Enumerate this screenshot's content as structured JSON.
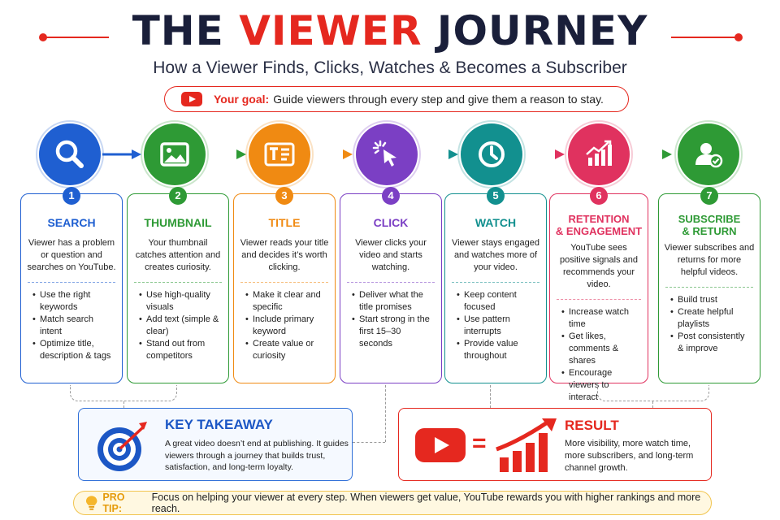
{
  "header": {
    "title_part1": "THE ",
    "title_part2": "VIEWER",
    "title_part3": " JOURNEY",
    "subtitle": "How a Viewer Finds, Clicks, Watches & Becomes a Subscriber"
  },
  "goal": {
    "label": "Your goal:",
    "text": "Guide viewers through every step and give them a reason to stay."
  },
  "steps": [
    {
      "number": "1",
      "title_line1": "SEARCH",
      "title_line2": "",
      "color": "#1f5fd1",
      "icon": "search-icon",
      "description": "Viewer has a problem or question and searches on YouTube.",
      "bullets": [
        "Use the right keywords",
        "Match search intent",
        "Optimize title, description & tags"
      ]
    },
    {
      "number": "2",
      "title_line1": "THUMBNAIL",
      "title_line2": "",
      "color": "#2e9a35",
      "icon": "image-icon",
      "description": "Your thumbnail catches attention and creates curiosity.",
      "bullets": [
        "Use high-quality visuals",
        "Add text (simple & clear)",
        "Stand out from competitors"
      ]
    },
    {
      "number": "3",
      "title_line1": "TITLE",
      "title_line2": "",
      "color": "#f08a12",
      "icon": "title-text-icon",
      "description": "Viewer reads your title and decides it’s worth clicking.",
      "bullets": [
        "Make it clear and specific",
        "Include primary keyword",
        "Create value or curiosity"
      ]
    },
    {
      "number": "4",
      "title_line1": "CLICK",
      "title_line2": "",
      "color": "#7b3fc4",
      "icon": "cursor-click-icon",
      "description": "Viewer clicks your video and starts watching.",
      "bullets": [
        "Deliver what the title promises",
        "Start strong in the first 15–30 seconds"
      ]
    },
    {
      "number": "5",
      "title_line1": "WATCH",
      "title_line2": "",
      "color": "#12908f",
      "icon": "clock-icon",
      "description": "Viewer stays engaged and watches more of your video.",
      "bullets": [
        "Keep content focused",
        "Use pattern interrupts",
        "Provide value throughout"
      ]
    },
    {
      "number": "6",
      "title_line1": "RETENTION",
      "title_line2": "& ENGAGEMENT",
      "color": "#e0325f",
      "icon": "growth-chart-icon",
      "description": "YouTube sees positive signals and recommends your video.",
      "bullets": [
        "Increase watch time",
        "Get likes, comments & shares",
        "Encourage viewers to interact"
      ]
    },
    {
      "number": "7",
      "title_line1": "SUBSCRIBE",
      "title_line2": "& RETURN",
      "color": "#2e9a35",
      "icon": "user-check-icon",
      "description": "Viewer subscribes and returns for more helpful videos.",
      "bullets": [
        "Build trust",
        "Create helpful playlists",
        "Post consistently & improve"
      ]
    }
  ],
  "takeaway": {
    "title": "KEY TAKEAWAY",
    "text": "A great video doesn’t end at publishing. It guides viewers through a journey that builds trust, satisfaction, and long-term loyalty."
  },
  "result": {
    "title": "RESULT",
    "equals": "=",
    "text": "More visibility, more watch time, more subscribers, and long-term channel growth."
  },
  "protip": {
    "label": "PRO TIP:",
    "text": "Focus on helping your viewer at every step. When viewers get value, YouTube rewards you with higher rankings and more reach."
  },
  "colors": {
    "accent_red": "#e5281f",
    "navy": "#1a1f3a",
    "takeaway_blue": "#1c57c5",
    "tip_gold": "#e59b0b"
  }
}
